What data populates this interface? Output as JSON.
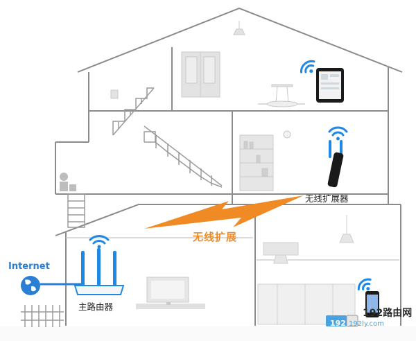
{
  "labels": {
    "internet": "Internet",
    "main_router": "主路由器",
    "wireless_extender": "无线扩展器",
    "wireless_extension": "无线扩展"
  },
  "watermark": {
    "brand": "192路由网",
    "number_tag": "192",
    "url": "192ly.com"
  },
  "colors": {
    "wifi_blue": "#1e88e5",
    "lightning_orange": "#f08a24",
    "house_outline": "#8a8a8a",
    "furniture": "#d9d9d9"
  },
  "icons": {
    "globe": "globe-icon",
    "router": "router-icon",
    "extender": "extender-icon",
    "tablet": "tablet-icon",
    "phone": "phone-icon",
    "wifi": "wifi-icon",
    "lightning": "lightning-icon"
  }
}
